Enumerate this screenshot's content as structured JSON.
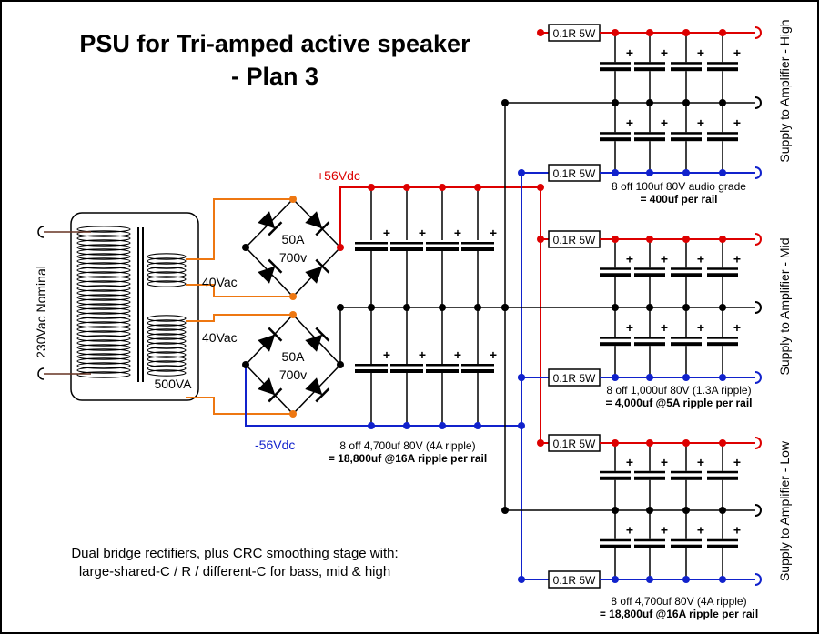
{
  "title": {
    "line1": "PSU for Tri-amped active speaker",
    "line2": "- Plan 3"
  },
  "transformer": {
    "primary_label": "230Vac Nominal",
    "rating_label": "500VA",
    "secondary_upper_label": "40Vac",
    "secondary_lower_label": "40Vac"
  },
  "rectifiers": {
    "upper": {
      "current": "50A",
      "voltage": "700v"
    },
    "lower": {
      "current": "50A",
      "voltage": "700v"
    }
  },
  "rails": {
    "positive_label": "+56Vdc",
    "negative_label": "-56Vdc"
  },
  "main_bank": {
    "desc": "8 off 4,700uf 80V (4A ripple)",
    "spec": "= 18,800uf @16A ripple per rail"
  },
  "resistor_label": "0.1R 5W",
  "plus_sign": "+",
  "stages": [
    {
      "output_label": "Supply to Amplifier - High",
      "desc": "8 off 100uf 80V audio grade",
      "spec": "= 400uf per rail"
    },
    {
      "output_label": "Supply to Amplifier - Mid",
      "desc": "8 off 1,000uf 80V (1.3A ripple)",
      "spec": "= 4,000uf @5A ripple per rail"
    },
    {
      "output_label": "Supply to Amplifier - Low",
      "desc": "8 off 4,700uf 80V (4A ripple)",
      "spec": "= 18,800uf @16A ripple per rail"
    }
  ],
  "notes": {
    "line1": "Dual bridge rectifiers, plus CRC smoothing stage with:",
    "line2": "large-shared-C / R / different-C for bass, mid & high"
  },
  "colors": {
    "positive": "#dd0000",
    "negative": "#1122cc",
    "secondary_ac": "#ee7711",
    "primary_ac": "#663322",
    "ground": "#000000"
  }
}
